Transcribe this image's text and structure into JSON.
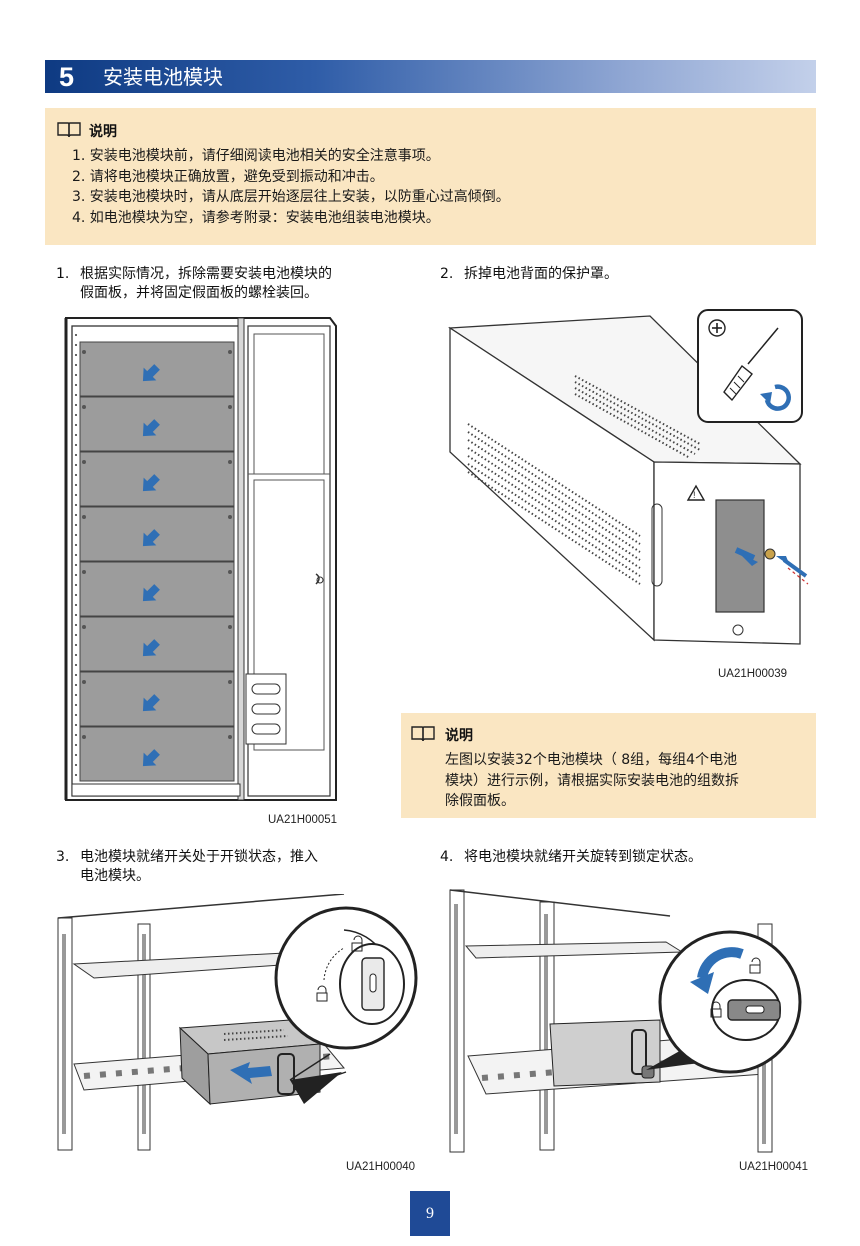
{
  "section": {
    "number": "5",
    "title": "安装电池模块"
  },
  "note1": {
    "heading": "说明",
    "items": [
      "1.  安装电池模块前，请仔细阅读电池相关的安全注意事项。",
      "2.  请将电池模块正确放置，避免受到振动和冲击。",
      "3.  安装电池模块时，请从底层开始逐层往上安装，以防重心过高倾倒。",
      "4.  如电池模块为空，请参考附录：安装电池组装电池模块。"
    ]
  },
  "steps": [
    {
      "num": "1.",
      "lines": [
        "根据实际情况，拆除需要安装电池模块的",
        "假面板，并将固定假面板的螺栓装回。"
      ],
      "figure_code": "UA21H00051"
    },
    {
      "num": "2.",
      "lines": [
        "拆掉电池背面的保护罩。"
      ],
      "figure_code": "UA21H00039"
    },
    {
      "num": "3.",
      "lines": [
        "电池模块就绪开关处于开锁状态，推入",
        "电池模块。"
      ],
      "figure_code": "UA21H00040"
    },
    {
      "num": "4.",
      "lines": [
        "将电池模块就绪开关旋转到锁定状态。"
      ],
      "figure_code": "UA21H00041"
    }
  ],
  "note2": {
    "heading": "说明",
    "lines": [
      "左图以安装32个电池模块（ 8组，每组4个电池",
      "模块）进行示例，请根据实际安装电池的组数拆",
      "除假面板。"
    ]
  },
  "page_number": "9",
  "colors": {
    "title_bar_start": "#0e3a82",
    "note_bg": "#fae6c2",
    "arrow_blue": "#2f6fb5",
    "panel_gray": "#9c9c9c",
    "page_box": "#1f4a96"
  }
}
